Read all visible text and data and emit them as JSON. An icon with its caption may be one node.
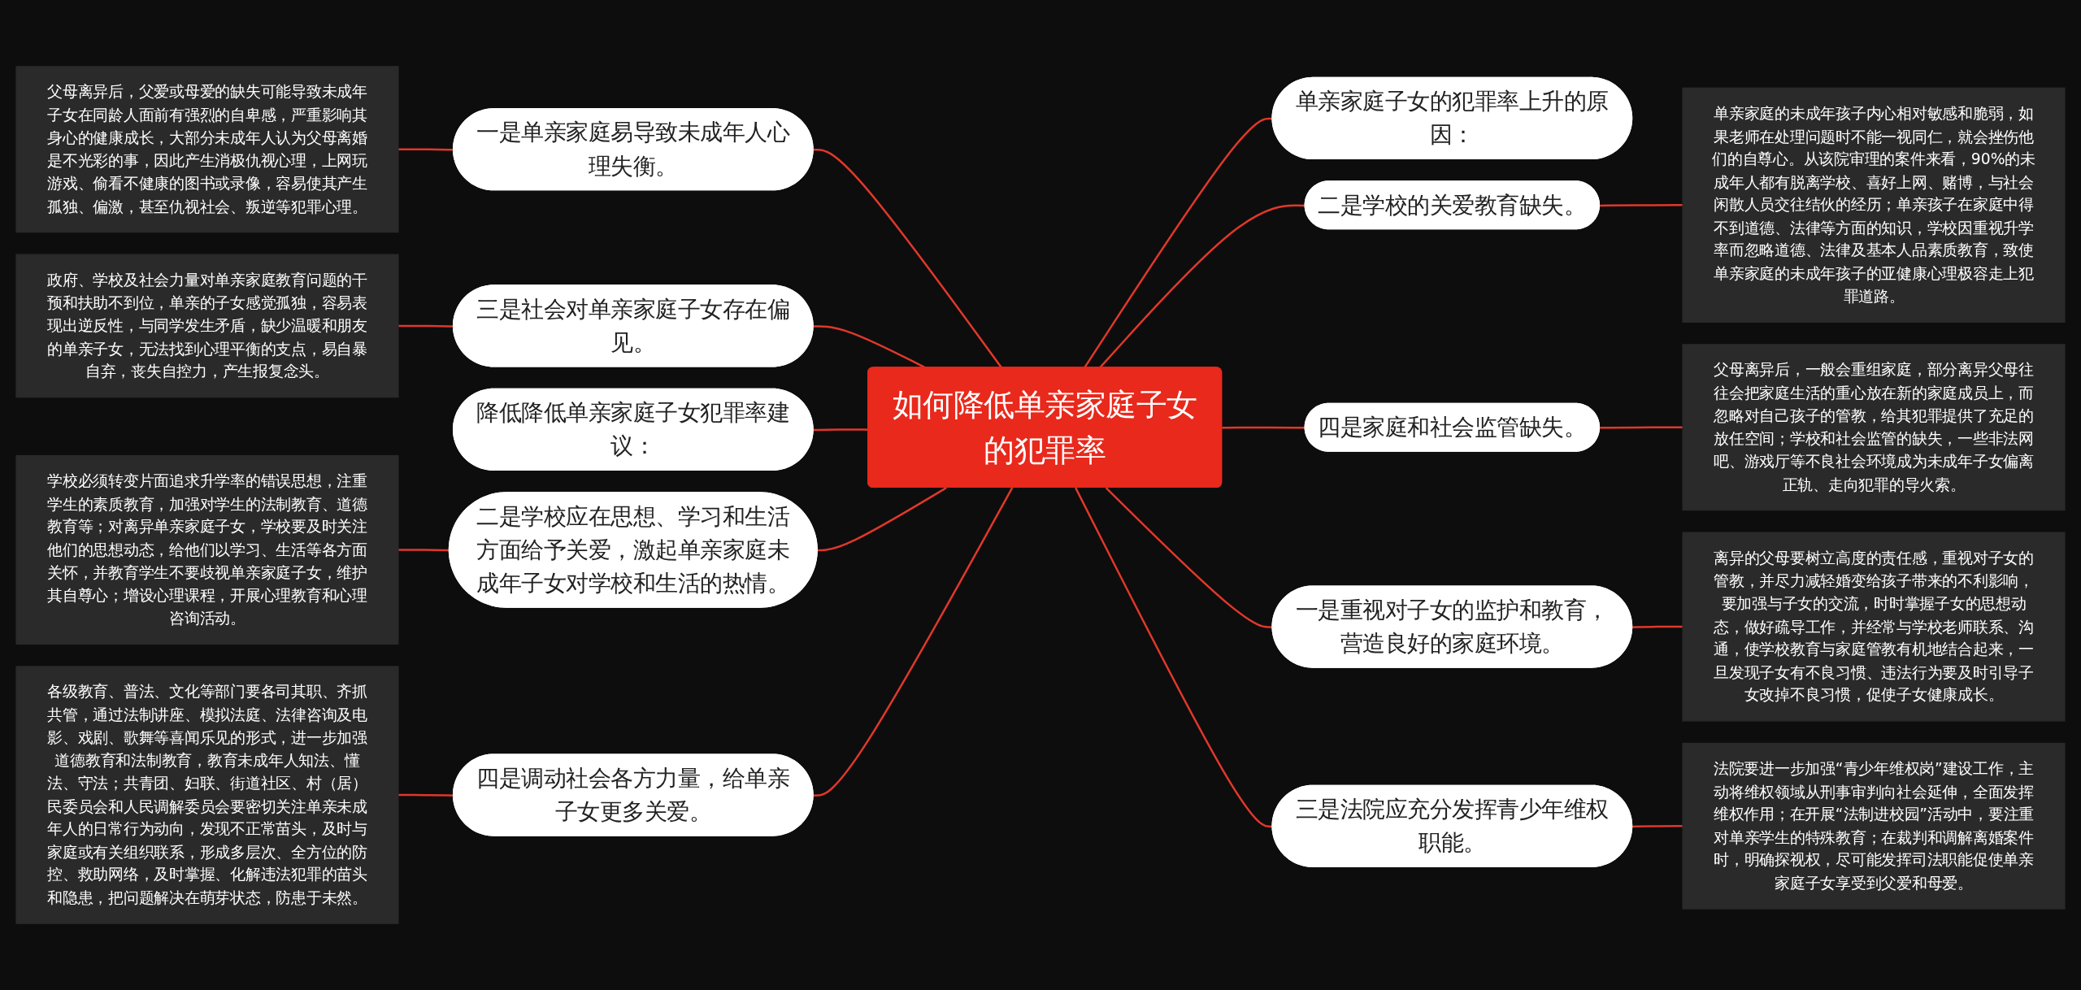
{
  "diagram": {
    "nodes": [
      {
        "text": [
          "如何降低单亲家庭子女的犯罪率"
        ]
      },
      {
        "text": [
          "一是单亲家庭易导致未成年人心理失衡。"
        ]
      },
      {
        "text": [
          "父母离异后，父爱或母爱的缺失可能导致未成年子女在同龄人面前有强烈的自卑感，严重影响其身心的健康成长，大部分未成年人认为父母离婚是不光彩的事，因此产生消极仇视心理，上网玩游戏、偷看不健康的图书或录像，容易使其产生孤独、偏激，甚至仇视社会、叛逆等犯罪心理。"
        ]
      },
      {
        "text": [
          "三是社会对单亲家庭子女存在偏见。"
        ]
      },
      {
        "text": [
          "政府、学校及社会力量对单亲家庭教育问题的干预和扶助不到位，单亲的子女感觉孤独，容易表现出逆反性，与同学发生矛盾，缺少温暖和朋友的单亲子女，无法找到心理平衡的支点，易自暴自弃，丧失自控力，产生报复念头。"
        ]
      },
      {
        "text": [
          "降低降低单亲家庭子女犯罪率建议："
        ]
      },
      {
        "text": [
          "二是学校应在思想、学习和生活方面给予关爱，激起单亲家庭未成年子女对学校和生活的热情。"
        ]
      },
      {
        "text": [
          "学校必须转变片面追求升学率的错误思想，注重学生的素质教育，加强对学生的法制教育、道德教育等；对离异单亲家庭子女，学校要及时关注他们的思想动态，给他们以学习、生活等各方面关怀，并教育学生不要歧视单亲家庭子女，维护其自尊心；增设心理课程，开展心理教育和心理咨询活动。"
        ]
      },
      {
        "text": [
          "四是调动社会各方力量，给单亲子女更多关爱。"
        ]
      },
      {
        "text": [
          "各级教育、普法、文化等部门要各司其职、齐抓共管，通过法制讲座、模拟法庭、法律咨询及电影、戏剧、歌舞等喜闻乐见的形式，进一步加强道德教育和法制教育，教育未成年人知法、懂法、守法；共青团、妇联、街道社区、村（居）民委员会和人民调解委员会要密切关注单亲未成年人的日常行为动向，发现不正常苗头，及时与家庭或有关组织联系，形成多层次、全方位的防控、救助网络，及时掌握、化解违法犯罪的苗头和隐患，把问题解决在萌芽状态，防患于未然。"
        ]
      },
      {
        "text": [
          "单亲家庭子女的犯罪率上升的原因："
        ]
      },
      {
        "text": [
          "二是学校的关爱教育缺失。"
        ]
      },
      {
        "text": [
          "单亲家庭的未成年孩子内心相对敏感和脆弱，如果老师在处理问题时不能一视同仁，就会挫伤他们的自尊心。从该院审理的案件来看，90%的未成年人都有脱离学校、喜好上网、赌博，与社会闲散人员交往结伙的经历；单亲孩子在家庭中得不到道德、法律等方面的知识，学校因重视升学率而忽略道德、法律及基本人品素质教育，致使单亲家庭的未成年孩子的亚健康心理极容走上犯罪道路。"
        ]
      },
      {
        "text": [
          "四是家庭和社会监管缺失。"
        ]
      },
      {
        "text": [
          "父母离异后，一般会重组家庭，部分离异父母往往会把家庭生活的重心放在新的家庭成员上，而忽略对自己孩子的管教，给其犯罪提供了充足的放任空间；学校和社会监管的缺失，一些非法网吧、游戏厅等不良社会环境成为未成年子女偏离正轨、走向犯罪的导火索。"
        ]
      },
      {
        "text": [
          "一是重视对子女的监护和教育，营造良好的家庭环境。"
        ]
      },
      {
        "text": [
          "离异的父母要树立高度的责任感，重视对子女的管教，并尽力减轻婚变给孩子带来的不利影响，要加强与子女的交流，时时掌握子女的思想动态，做好疏导工作，并经常与学校老师联系、沟通，使学校教育与家庭管教有机地结合起来，一旦发现子女有不良习惯、违法行为要及时引导子女改掉不良习惯，促使子女健康成长。"
        ]
      },
      {
        "text": [
          "三是法院应充分发挥青少年维权职能。"
        ]
      },
      {
        "text": [
          "法院要进一步加强“青少年维权岗”建设工作，主动将维权领域从刑事审判向社会延伸，全面发挥维权作用；在开展“法制进校园”活动中，要注重对单亲学生的特殊教育；在裁判和调解离婚案件时，明确探视权，尽可能发挥司法职能促使单亲家庭子女享受到父爱和母爱。"
        ]
      }
    ],
    "edges": [
      {
        "from": 2,
        "to": 1,
        "arrow": "none"
      },
      {
        "from": 1,
        "to": 0,
        "arrow": "none"
      },
      {
        "from": 4,
        "to": 3,
        "arrow": "none"
      },
      {
        "from": 3,
        "to": 0,
        "arrow": "none"
      },
      {
        "from": 5,
        "to": 0,
        "arrow": "none"
      },
      {
        "from": 7,
        "to": 6,
        "arrow": "none"
      },
      {
        "from": 6,
        "to": 0,
        "arrow": "none"
      },
      {
        "from": 9,
        "to": 8,
        "arrow": "none"
      },
      {
        "from": 8,
        "to": 0,
        "arrow": "none"
      },
      {
        "from": 0,
        "to": 10,
        "arrow": "none"
      },
      {
        "from": 0,
        "to": 11,
        "arrow": "none"
      },
      {
        "from": 11,
        "to": 12,
        "arrow": "none"
      },
      {
        "from": 0,
        "to": 13,
        "arrow": "none"
      },
      {
        "from": 13,
        "to": 14,
        "arrow": "none"
      },
      {
        "from": 0,
        "to": 15,
        "arrow": "none"
      },
      {
        "from": 15,
        "to": 16,
        "arrow": "none"
      },
      {
        "from": 0,
        "to": 17,
        "arrow": "none"
      },
      {
        "from": 17,
        "to": 18,
        "arrow": "none"
      }
    ]
  }
}
